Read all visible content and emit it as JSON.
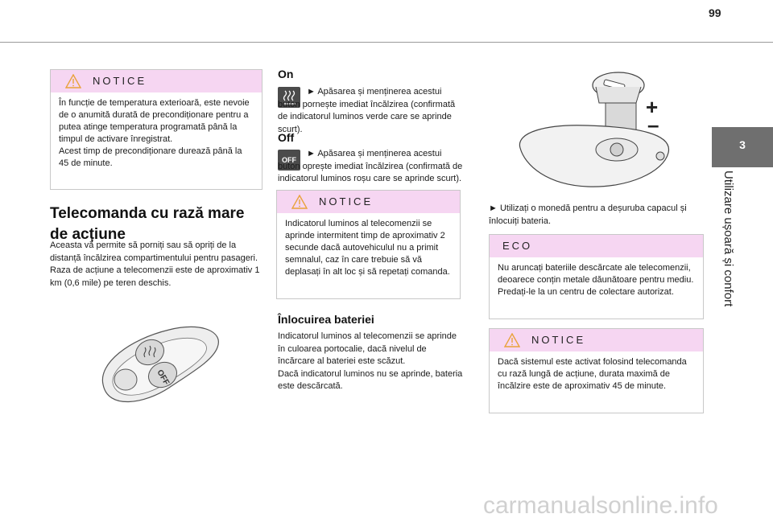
{
  "page": {
    "number": "99"
  },
  "side": {
    "chapter": "3",
    "section_title": "Utilizare ușoară și confort"
  },
  "notice_left": {
    "heading": "NOTICE",
    "body": [
      "În funcție de temperatura exterioară, este nevoie de o anumită durată de precondiționare pentru a putea atinge temperatura programată până la timpul de activare înregistrat.",
      "Acest timp de precondiționare durează până la 45 de minute."
    ]
  },
  "remote": {
    "title_line1": "Telecomanda cu rază mare",
    "title_line2": "de acțiune",
    "paragraph1": "Aceasta vă permite să porniți sau să opriți de la distanță încălzirea compartimentului pentru pasageri.",
    "paragraph2": "Raza de acțiune a telecomenzii este de aproximativ 1 km (0,6 mile) pe teren deschis.",
    "image_labels": {
      "off": "OFF"
    }
  },
  "on_section": {
    "heading": "On",
    "text": "► Apăsarea și menținerea acestui buton pornește imediat încălzirea (confirmată de indicatorul luminos verde care se aprinde scurt).",
    "icon": "heater-icon"
  },
  "off_section": {
    "heading": "Off",
    "text": "► Apăsarea și menținerea acestui buton oprește imediat încălzirea (confirmată de indicatorul luminos roșu care se aprinde scurt).",
    "icon_label": "OFF"
  },
  "notice_middle": {
    "heading": "NOTICE",
    "body": "Indicatorul luminos al telecomenzii se aprinde intermitent timp de aproximativ 2 secunde dacă autovehiculul nu a primit semnalul, caz în care trebuie să vă deplasați în alt loc și să repetați comanda."
  },
  "battery": {
    "heading": "Înlocuirea bateriei",
    "paragraph1": "Indicatorul luminos al telecomenzii se aprinde în culoarea portocalie, dacă nivelul de încărcare al bateriei este scăzut.",
    "paragraph2": "Dacă indicatorul luminos nu se aprinde, bateria este descărcată.",
    "image_plus": "+",
    "image_minus": "–",
    "instruction": "► Utilizați o monedă pentru a deșuruba capacul și înlocuiți bateria."
  },
  "eco": {
    "heading": "ECO",
    "body": "Nu aruncați bateriile descărcate ale telecomenzii, deoarece conțin metale dăunătoare pentru mediu. Predați-le la un centru de colectare autorizat."
  },
  "notice_right": {
    "heading": "NOTICE",
    "body": "Dacă sistemul este activat folosind telecomanda cu rază lungă de acțiune, durata maximă de încălzire este de aproximativ 45 de minute."
  },
  "footer": {
    "watermark": "carmanualsonline.info"
  },
  "colors": {
    "notice_header": "#f6d6f2",
    "side_tab": "#6f6f6f",
    "warning": "#e9a23b"
  }
}
